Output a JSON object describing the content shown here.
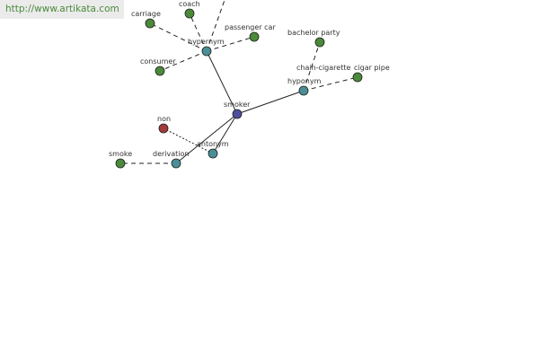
{
  "site": {
    "url": "http://www.artikata.com"
  },
  "colors": {
    "central": "#4b4f9c",
    "relation": "#4a8f96",
    "term": "#4a8a3a",
    "antonym_term": "#a33a3a"
  },
  "nodes": {
    "smoker": "smoker",
    "hypernym": "hypernym",
    "hyponym": "hyponym",
    "derivation": "derivation",
    "antonym": "antonym",
    "carriage": "carriage",
    "coach": "coach",
    "passenger_car": "passenger car",
    "consumer": "consumer",
    "bachelor_party": "bachelor party",
    "chain_cigarette": "chain-cigarette",
    "cigar_pipe": "cigar pipe",
    "non": "non",
    "smoke": "smoke"
  }
}
